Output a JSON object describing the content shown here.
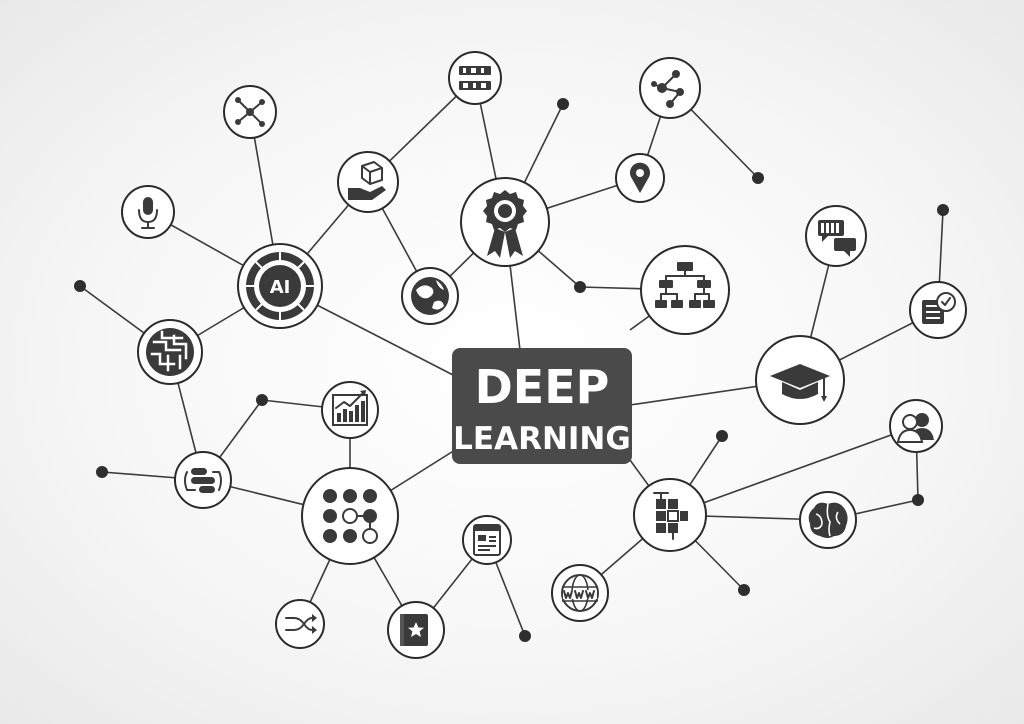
{
  "title": {
    "line1": "DEEP",
    "line2": "LEARNING"
  },
  "ai_badge": "AI",
  "colors": {
    "ink": "#3a3a3a",
    "center_box": "#4a4a4a",
    "background": "#f2f2f2"
  },
  "icons": [
    "network-icon",
    "binary-code-icon",
    "molecule-icon",
    "microphone-icon",
    "hand-box-icon",
    "award-ribbon-icon",
    "location-pin-icon",
    "chat-bubbles-icon",
    "ai-brain-icon",
    "globe-icon",
    "flowchart-icon",
    "checklist-icon",
    "maze-icon",
    "graduation-cap-icon",
    "growth-chart-icon",
    "users-icon",
    "data-flow-icon",
    "dot-grid-icon",
    "web-page-icon",
    "puzzle-cube-icon",
    "brain-icon",
    "shuffle-icon",
    "book-star-icon",
    "www-globe-icon"
  ]
}
